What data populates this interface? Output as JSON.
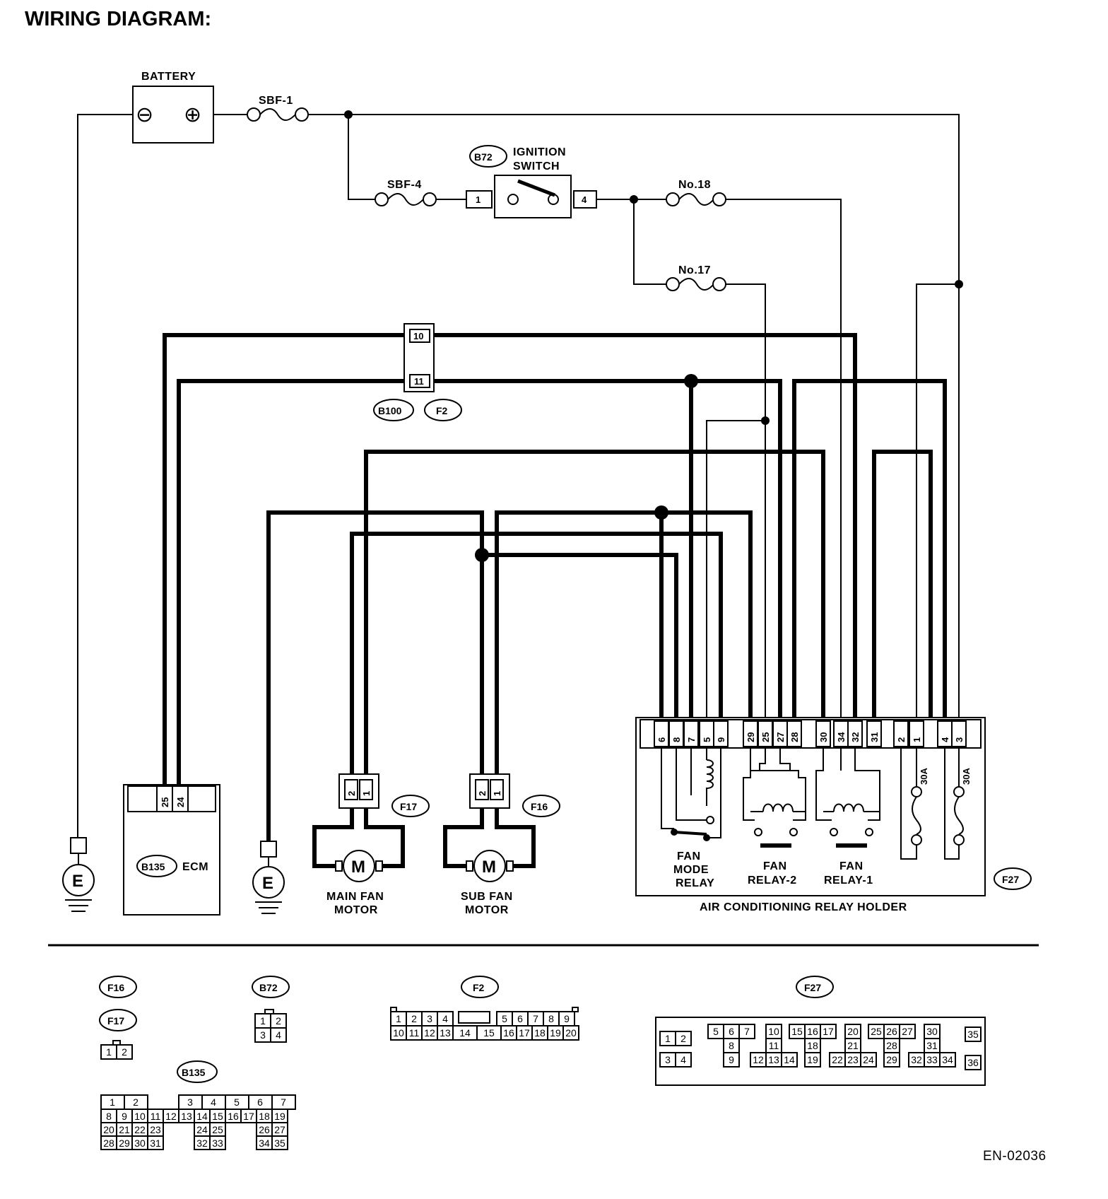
{
  "title": "WIRING DIAGRAM:",
  "figure_id": "EN-02036",
  "components": {
    "battery": "BATTERY",
    "sbf1": "SBF-1",
    "sbf4": "SBF-4",
    "ignition_switch": "IGNITION\nSWITCH",
    "fuse18": "No.18",
    "fuse17": "No.17",
    "ecm": "ECM",
    "main_fan_motor": "MAIN FAN\nMOTOR",
    "sub_fan_motor": "SUB FAN\nMOTOR",
    "fan_mode_relay": "FAN\nMODE\nRELAY",
    "fan_relay_2": "FAN\nRELAY-2",
    "fan_relay_1": "FAN\nRELAY-1",
    "relay_holder": "AIR  CONDITIONING  RELAY  HOLDER",
    "ground": "E",
    "motor": "M",
    "fuse_30a": "30A",
    "minus": "⊖",
    "plus": "⊕"
  },
  "connectors": {
    "B72": "B72",
    "B100": "B100",
    "F2": "F2",
    "B135": "B135",
    "F17": "F17",
    "F16": "F16",
    "F27": "F27"
  },
  "pins": {
    "ign_in": "1",
    "ign_out": "4",
    "b100_top": "10",
    "b100_bot": "11",
    "ecm": [
      "25",
      "24"
    ],
    "motor": [
      "2",
      "1"
    ],
    "relay_holder": [
      "6",
      "8",
      "7",
      "5",
      "9",
      "29",
      "25",
      "27",
      "28",
      "30",
      "34",
      "32",
      "31",
      "2",
      "1",
      "4",
      "3"
    ]
  },
  "connector_faces": {
    "f16_f17": [
      [
        "1",
        "2"
      ]
    ],
    "b72": [
      [
        "1",
        "2"
      ],
      [
        "3",
        "4"
      ]
    ],
    "f2": [
      [
        "1",
        "2",
        "3",
        "4",
        "",
        "5",
        "6",
        "7",
        "8",
        "9"
      ],
      [
        "10",
        "11",
        "12",
        "13",
        "14",
        "15",
        "16",
        "17",
        "18",
        "19",
        "20"
      ]
    ],
    "b135": [
      [
        "1",
        "2",
        "",
        "3",
        "4",
        "5",
        "6",
        "7"
      ],
      [
        "8",
        "9",
        "10",
        "11",
        "12",
        "13",
        "14",
        "15",
        "16",
        "17",
        "18",
        "19"
      ],
      [
        "20",
        "21",
        "22",
        "23",
        "",
        "24",
        "25",
        "",
        "26",
        "27"
      ],
      [
        "28",
        "29",
        "30",
        "31",
        "",
        "32",
        "33",
        "",
        "34",
        "35"
      ]
    ],
    "f27": [
      [
        "1",
        "2",
        "5",
        "6",
        "7",
        "10",
        "15",
        "16",
        "17",
        "20",
        "25",
        "26",
        "27",
        "30",
        "35"
      ],
      [
        "8",
        "11",
        "18",
        "21",
        "28",
        "31"
      ],
      [
        "3",
        "4",
        "9",
        "12",
        "13",
        "14",
        "19",
        "22",
        "23",
        "24",
        "29",
        "32",
        "33",
        "34",
        "36"
      ]
    ]
  }
}
